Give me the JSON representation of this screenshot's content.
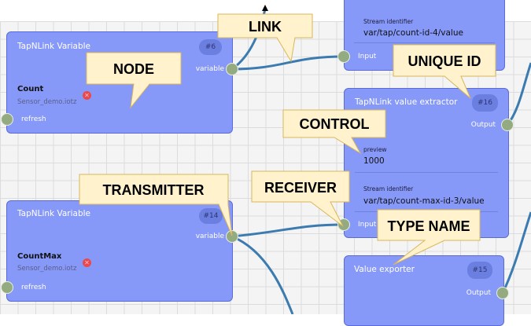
{
  "nodes": {
    "var6": {
      "type": "TapNLink Variable",
      "id": "#6",
      "output": "variable",
      "var_name": "Count",
      "file": "Sensor_demo.iotz",
      "input": "refresh"
    },
    "var14": {
      "type": "TapNLink Variable",
      "id": "#14",
      "output": "variable",
      "var_name": "CountMax",
      "file": "Sensor_demo.iotz",
      "input": "refresh"
    },
    "top": {
      "stream_label": "Stream identifier",
      "stream_value": "var/tap/count-id-4/value",
      "input": "Input"
    },
    "extractor16": {
      "type": "TapNLink value extractor",
      "id": "#16",
      "output": "Output",
      "preview_label": "preview",
      "preview_value": "1000",
      "stream_label": "Stream identifier",
      "stream_value": "var/tap/count-max-id-3/value",
      "input": "Input"
    },
    "exporter15": {
      "type": "Value exporter",
      "id": "#15",
      "output": "Output"
    }
  },
  "callouts": {
    "link": "LINK",
    "node": "NODE",
    "unique_id": "UNIQUE ID",
    "control": "CONTROL",
    "transmitter": "TRANSMITTER",
    "receiver": "RECEIVER",
    "type_name": "TYPE NAME"
  },
  "colors": {
    "node": "#8799f8",
    "port": "#94ab82",
    "link": "#3c7bb0",
    "callout": "#fff2cc"
  }
}
